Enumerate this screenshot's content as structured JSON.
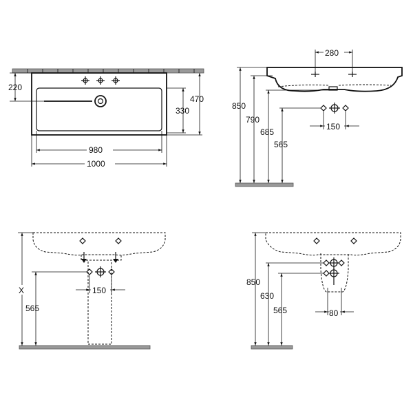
{
  "top_view": {
    "dim_220": "220",
    "dim_470": "470",
    "dim_330": "330",
    "dim_980": "980",
    "dim_1000": "1000"
  },
  "side_view": {
    "dim_280": "280",
    "dim_850": "850",
    "dim_790": "790",
    "dim_685": "685",
    "dim_565": "565",
    "dim_150": "150"
  },
  "front_pedestal_view": {
    "dim_x": "X",
    "dim_565": "565",
    "dim_150": "150"
  },
  "front_semi_pedestal_view": {
    "dim_850": "850",
    "dim_630": "630",
    "dim_565": "565",
    "dim_80": "80"
  }
}
